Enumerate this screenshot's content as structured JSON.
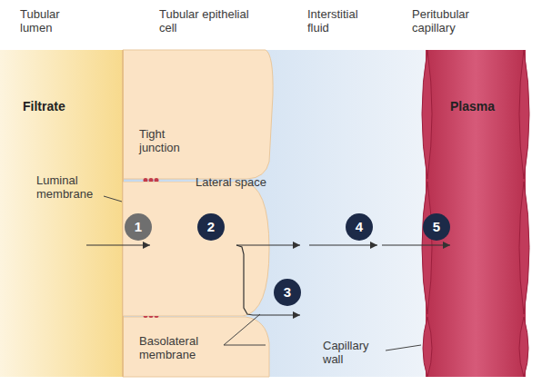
{
  "diagram": {
    "nodes": [
      {
        "text": [
          "Tubular lumen",
          "Filtrate"
        ]
      },
      {
        "text": [
          "Tubular epithelial cell"
        ]
      },
      {
        "text": [
          "Interstitial fluid"
        ]
      },
      {
        "text": [
          "Peritubular capillary",
          "Plasma"
        ]
      }
    ],
    "edges": [
      {
        "from": 0,
        "to": 1,
        "arrow": "to"
      },
      {
        "from": 1,
        "to": 2,
        "arrow": "to"
      },
      {
        "from": 1,
        "to": 2,
        "arrow": "to"
      },
      {
        "from": 2,
        "to": 3,
        "arrow": "to"
      }
    ],
    "labels": [
      "Tight junction",
      "Luminal membrane",
      "Lateral space",
      "Basolateral membrane",
      "Capillary wall",
      "1",
      "2",
      "3",
      "4",
      "5"
    ]
  }
}
